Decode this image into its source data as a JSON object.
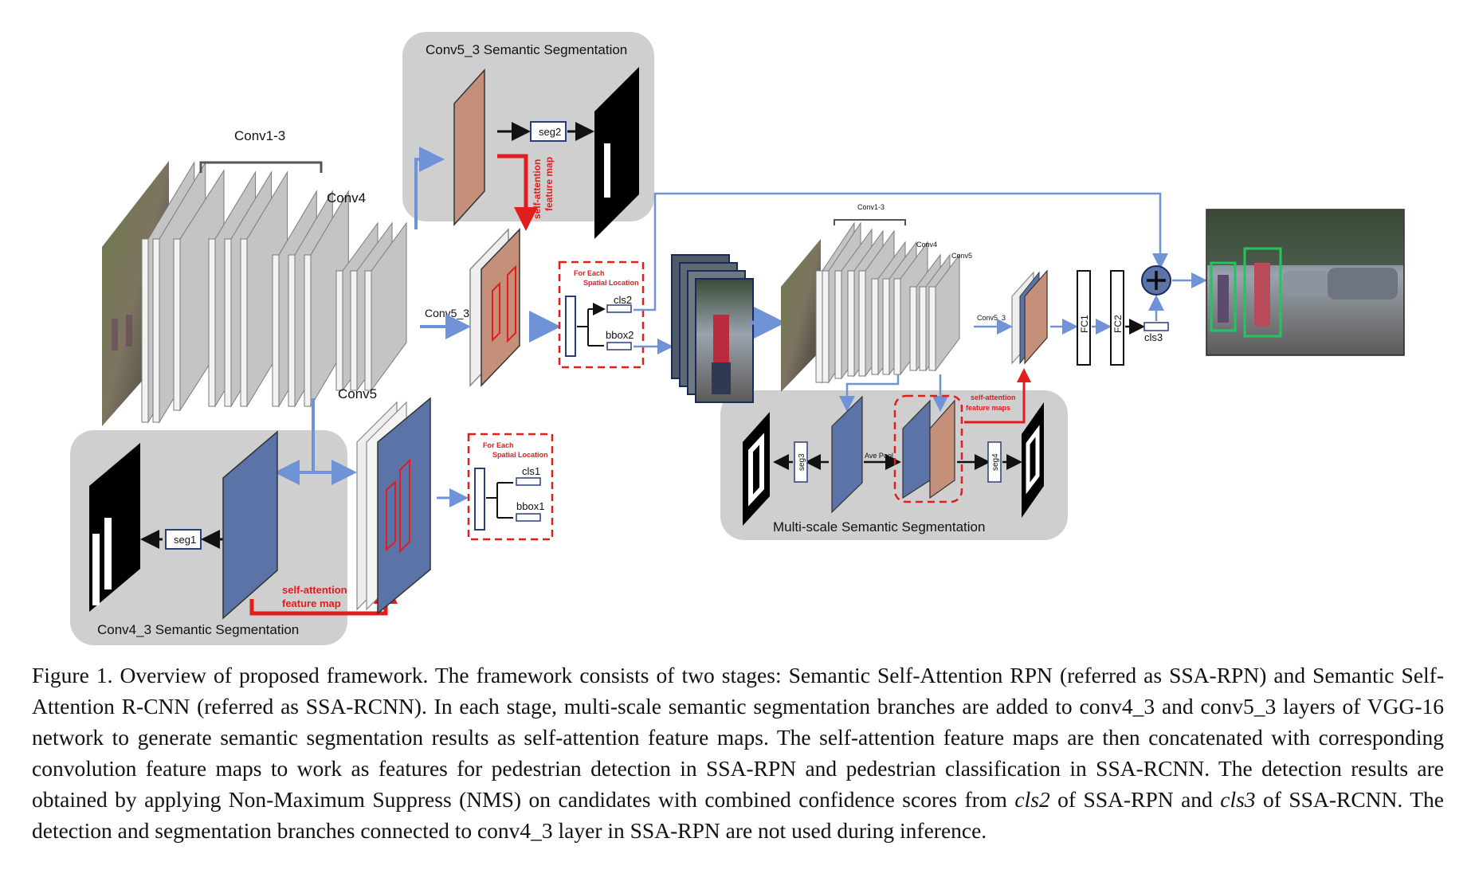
{
  "diagram": {
    "top_group_title": "Conv5_3 Semantic Segmentation",
    "bottom_left_group_title": "Conv4_3 Semantic Segmentation",
    "multi_scale_group_title": "Multi-scale Semantic Segmentation",
    "conv1_3": "Conv1-3",
    "conv4": "Conv4",
    "conv5": "Conv5",
    "conv5_3": "Conv5_3",
    "seg1": "seg1",
    "seg2": "seg2",
    "seg3": "seg3",
    "seg4": "seg4",
    "cls1": "cls1",
    "bbox1": "bbox1",
    "cls2": "cls2",
    "bbox2": "bbox2",
    "cls3": "cls3",
    "fc1": "FC1",
    "fc2": "FC2",
    "for_each_1": "For Each",
    "for_each_2": "Spatial Location",
    "self_attention_1": "self-attention",
    "self_attention_2": "feature map",
    "self_attention_maps_2": "feature maps",
    "ave_pool": "Ave Pool",
    "small_conv1_3": "Conv1-3",
    "small_conv4": "Conv4",
    "small_conv5": "Conv5",
    "small_conv5_3": "Conv5_3",
    "colors": {
      "blue": "#5b73a6",
      "tan": "#c4907a",
      "arrow": "#6f93d6",
      "red": "#e11d1d",
      "panel": "#cfcfcf"
    }
  },
  "caption": {
    "p1": "Figure 1. Overview of proposed framework. The framework consists of two stages: Semantic Self-Attention RPN (referred as SSA-RPN) and Semantic Self-Attention R-CNN (referred as SSA-RCNN). In each stage, multi-scale semantic segmentation branches are added to conv4_3 and conv5_3 layers of VGG-16 network to generate semantic segmentation results as self-attention feature maps. The self-attention feature maps are then concatenated with corresponding convolution feature maps to work as features for pedestrian detection in SSA-RPN and pedestrian classification in SSA-RCNN. The detection results are obtained by applying Non-Maximum Suppress (NMS) on candidates with combined confidence scores from ",
    "em1": "cls2",
    "p2": " of SSA-RPN and ",
    "em2": "cls3",
    "p3": " of SSA-RCNN. The detection and segmentation branches connected to conv4_3 layer in SSA-RPN are not used during inference."
  }
}
